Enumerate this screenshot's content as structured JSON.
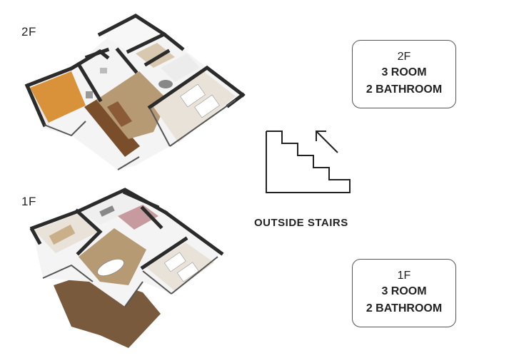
{
  "floors": {
    "upper": {
      "label": "2F",
      "rooms": "3 ROOM",
      "bathrooms": "2 BATHROOM"
    },
    "lower": {
      "label": "1F",
      "rooms": "3 ROOM",
      "bathrooms": "2 BATHROOM"
    }
  },
  "stairs": {
    "label": "OUTSIDE STAIRS"
  },
  "colors": {
    "wall": "#2b2b2b",
    "floor_wood": "#a4855e",
    "floor_dark_wood": "#6d4a2f",
    "tatami": "#d9923a",
    "pink_tile": "#c79a9f",
    "interior": "#f2f2f2",
    "grass_deck": "#7a5a3d"
  }
}
